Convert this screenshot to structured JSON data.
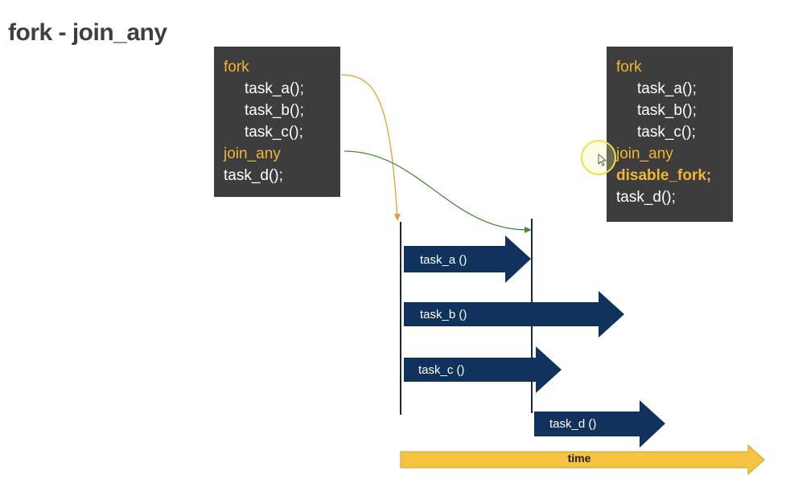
{
  "title": "fork -  join_any",
  "left_code": {
    "fork": "fork",
    "task_a": "task_a();",
    "task_b": "task_b();",
    "task_c": "task_c();",
    "join_any": "join_any",
    "task_d": "task_d();"
  },
  "right_code": {
    "fork": "fork",
    "task_a": "task_a();",
    "task_b": "task_b();",
    "task_c": "task_c();",
    "join_any": "join_any",
    "disable_fork": "disable_fork;",
    "task_d": "task_d();"
  },
  "tasks": {
    "task_a": "task_a ()",
    "task_b": "task_b ()",
    "task_c": "task_c ()",
    "task_d": "task_d ()"
  },
  "time_label": "time",
  "colors": {
    "code_bg": "#3d3d3d",
    "keyword": "#f2b632",
    "task_arrow": "#12325e",
    "time_arrow": "#f5c242",
    "fork_connector": "#e0a030",
    "join_connector": "#4a8a3a",
    "timeline": "#1a2a3a"
  },
  "icons": {
    "cursor": "mouse-cursor-icon",
    "highlight": "cursor-highlight-ring"
  }
}
